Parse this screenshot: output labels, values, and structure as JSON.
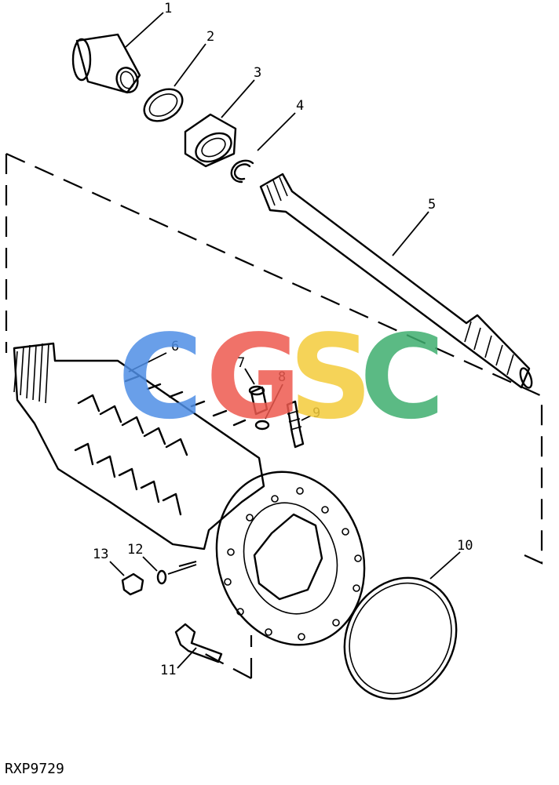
{
  "figure_id": "RXP9729",
  "callouts": [
    "1",
    "2",
    "3",
    "4",
    "5",
    "6",
    "7",
    "8",
    "9",
    "10",
    "11",
    "12",
    "13"
  ],
  "watermark": {
    "letters": [
      "C",
      "G",
      "S",
      "C"
    ],
    "colors": [
      "#4f8fe6",
      "#ee5a4f",
      "#f4cc3c",
      "#3fae6f"
    ]
  }
}
